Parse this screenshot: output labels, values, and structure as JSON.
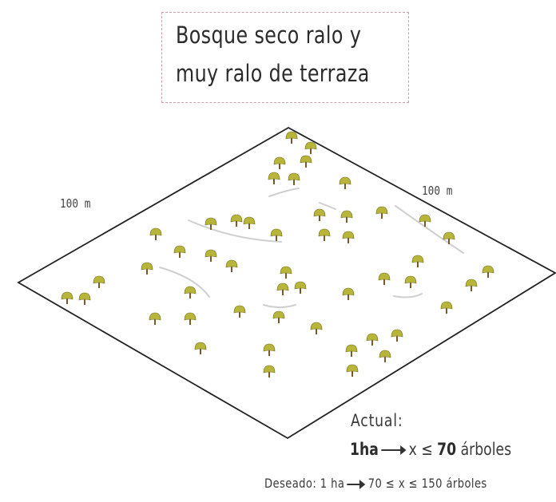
{
  "title": {
    "line1": "Bosque seco ralo y",
    "line2": "muy ralo de terraza"
  },
  "dimensions": {
    "left": "100 m",
    "right": "100 m"
  },
  "caption": {
    "actual_label": "Actual:",
    "actual_ha": "1ha",
    "actual_expr_prefix": "x ≤",
    "actual_value": "70",
    "actual_unit": "árboles",
    "desired_prefix": "Deseado: 1 ha",
    "desired_expr": "70 ≤ x ≤ 150 árboles"
  },
  "colors": {
    "tree_canopy": "#b7b63a",
    "tree_trunk": "#7a5a2a",
    "outline": "#222222",
    "grass_stroke": "#cfcfcf",
    "title_border": "#c9a0a8"
  },
  "icons": {
    "tree": "tree-icon",
    "grass": "grass-stroke"
  }
}
